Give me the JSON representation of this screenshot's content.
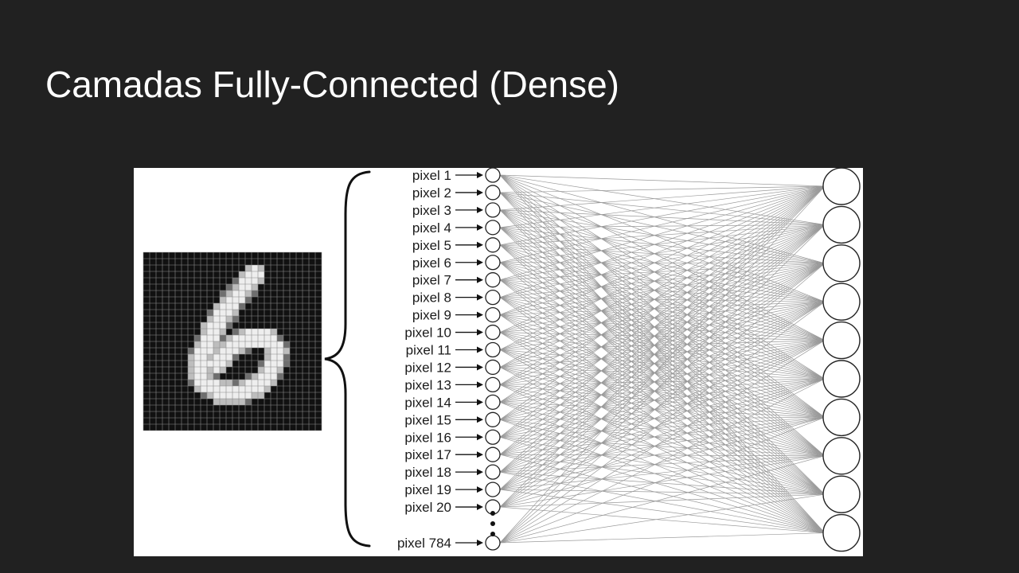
{
  "slide": {
    "title": "Camadas Fully-Connected (Dense)"
  },
  "diagram": {
    "input_labels": [
      "pixel 1",
      "pixel 2",
      "pixel 3",
      "pixel 4",
      "pixel 5",
      "pixel 6",
      "pixel 7",
      "pixel 8",
      "pixel 9",
      "pixel 10",
      "pixel 11",
      "pixel 12",
      "pixel 13",
      "pixel 14",
      "pixel 15",
      "pixel 16",
      "pixel 17",
      "pixel 18",
      "pixel 19",
      "pixel 20",
      "pixel 784"
    ],
    "output_neuron_count": 10,
    "digit_grid_size": 28,
    "digit_depicted": "6",
    "colors": {
      "background": "#212121",
      "title_text": "#ffffff",
      "figure_background": "#ffffff",
      "edges": "#9a9a9a"
    }
  }
}
